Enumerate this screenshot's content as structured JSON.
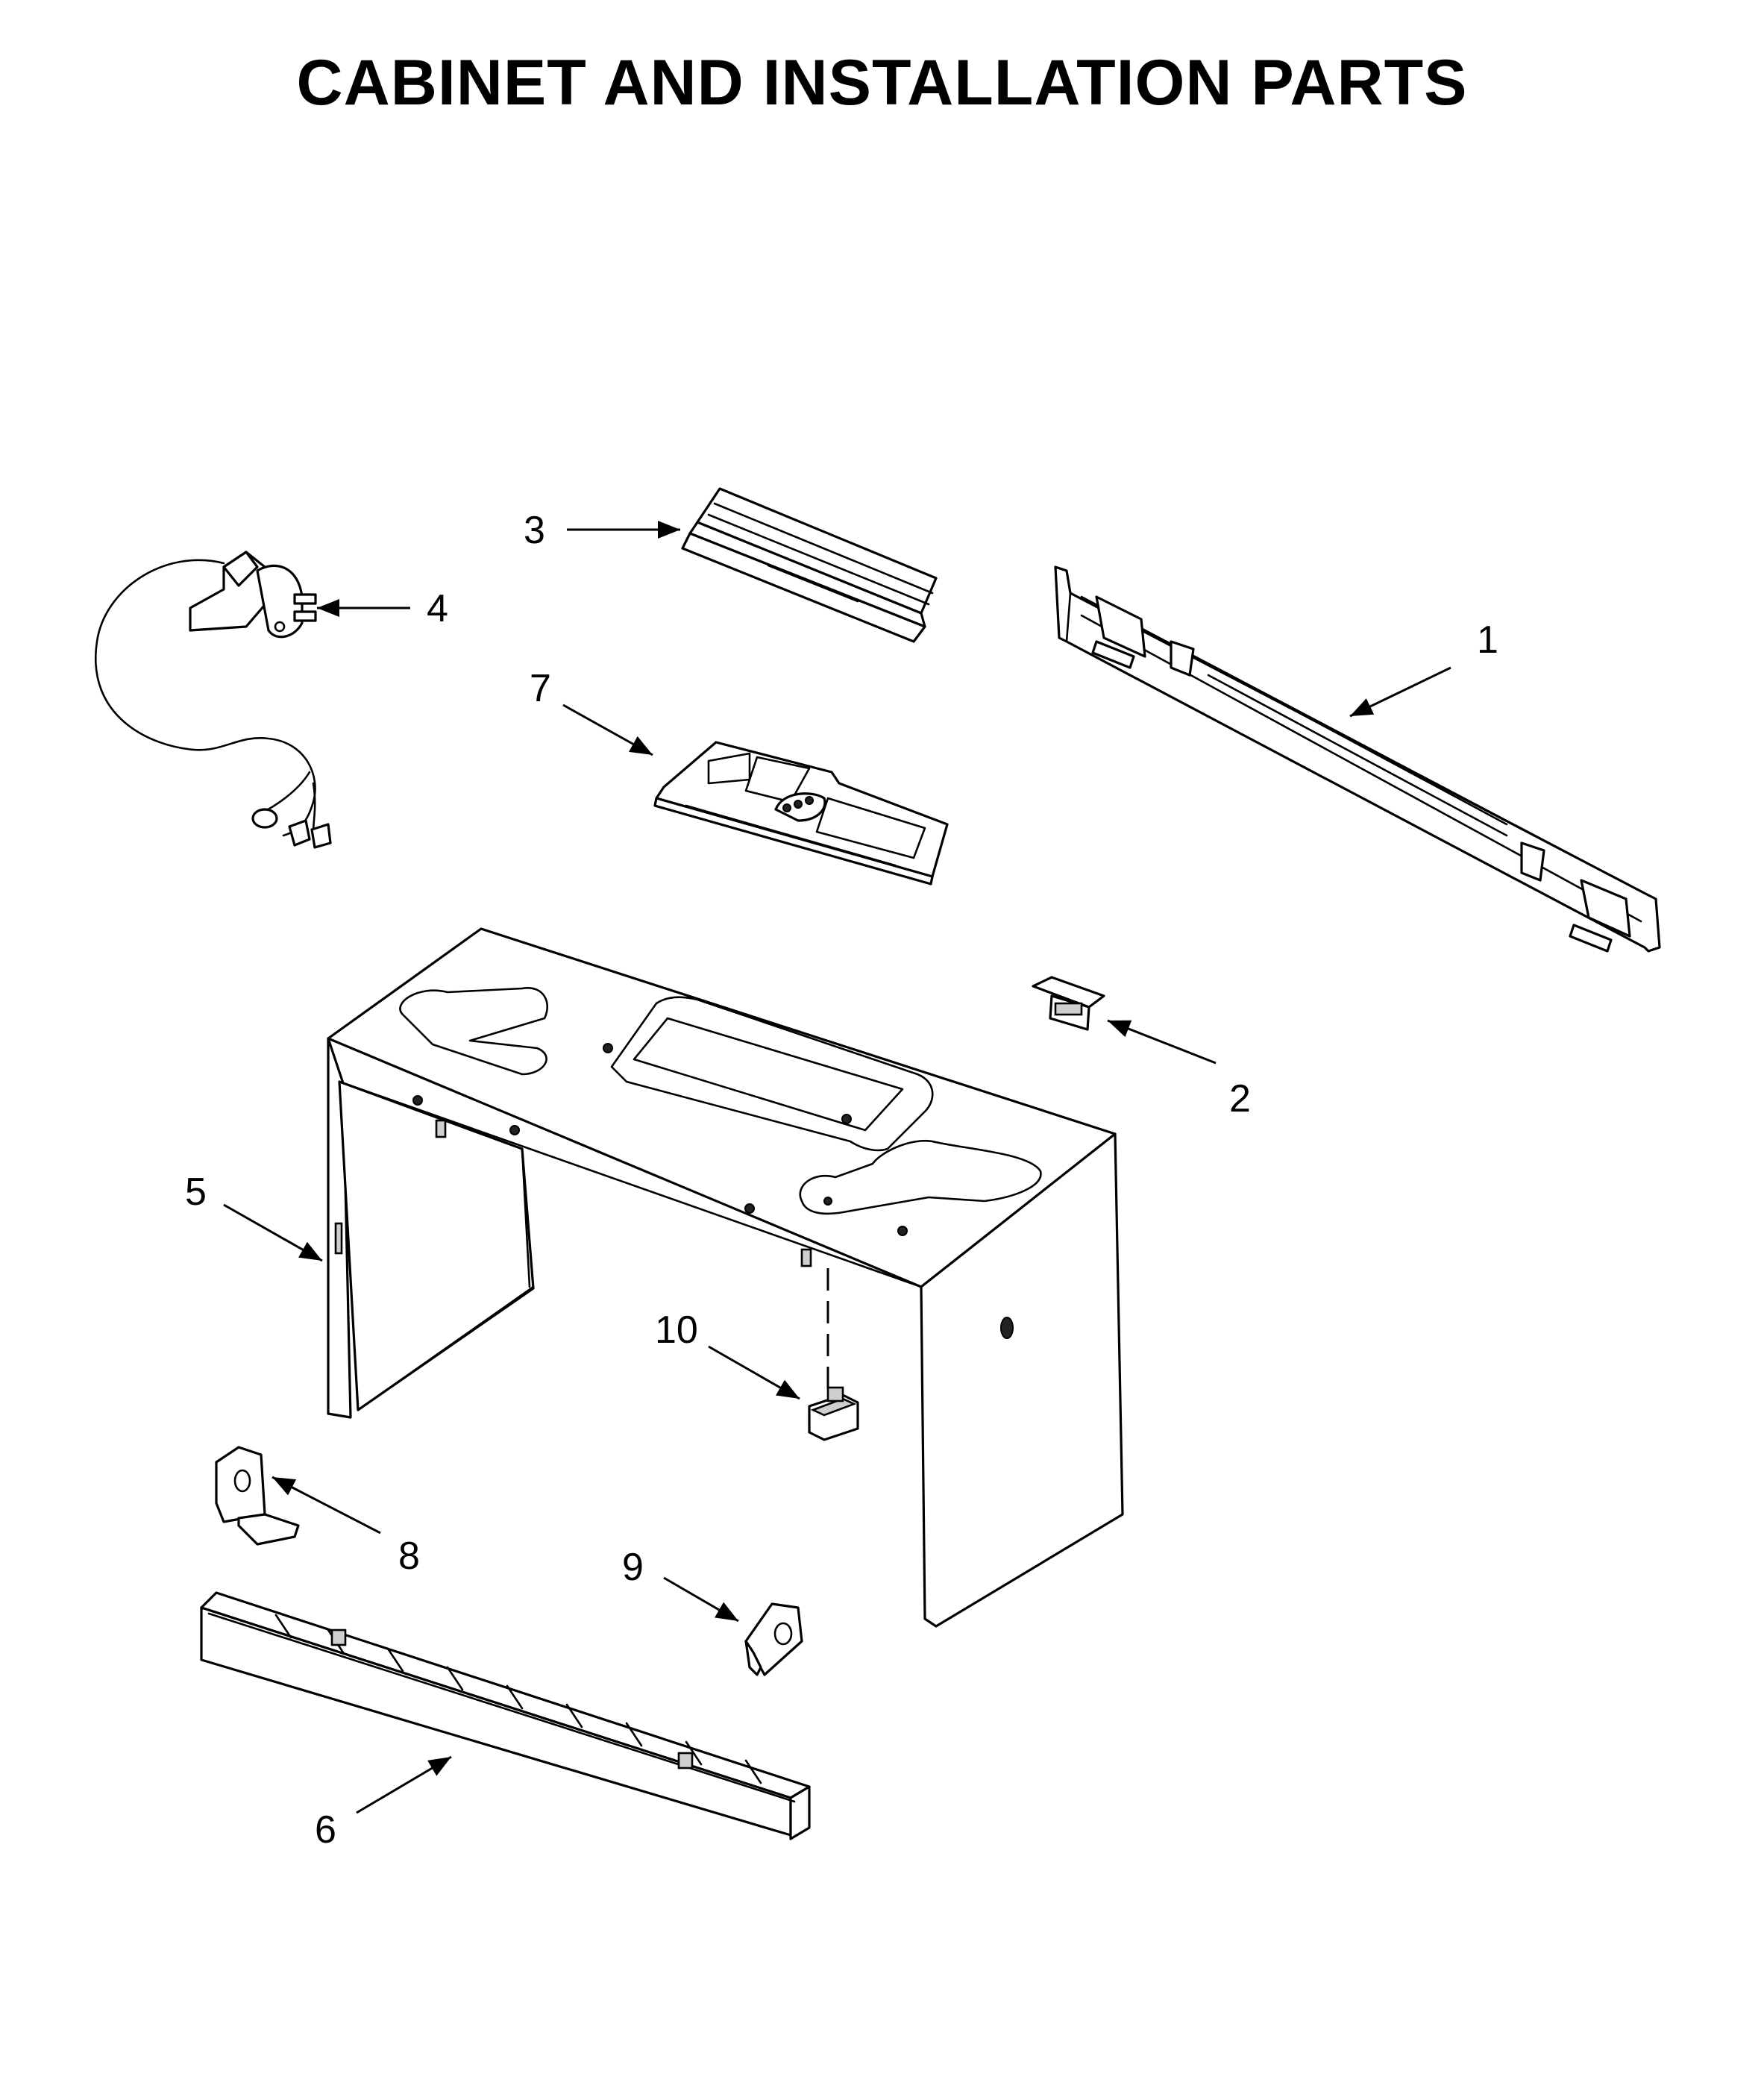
{
  "title": "CABINET AND INSTALLATION PARTS",
  "callouts": [
    {
      "id": "1",
      "text": "1"
    },
    {
      "id": "2",
      "text": "2"
    },
    {
      "id": "3",
      "text": "3"
    },
    {
      "id": "4",
      "text": "4"
    },
    {
      "id": "5",
      "text": "5"
    },
    {
      "id": "6",
      "text": "6"
    },
    {
      "id": "7",
      "text": "7"
    },
    {
      "id": "8",
      "text": "8"
    },
    {
      "id": "9",
      "text": "9"
    },
    {
      "id": "10",
      "text": "10"
    }
  ]
}
